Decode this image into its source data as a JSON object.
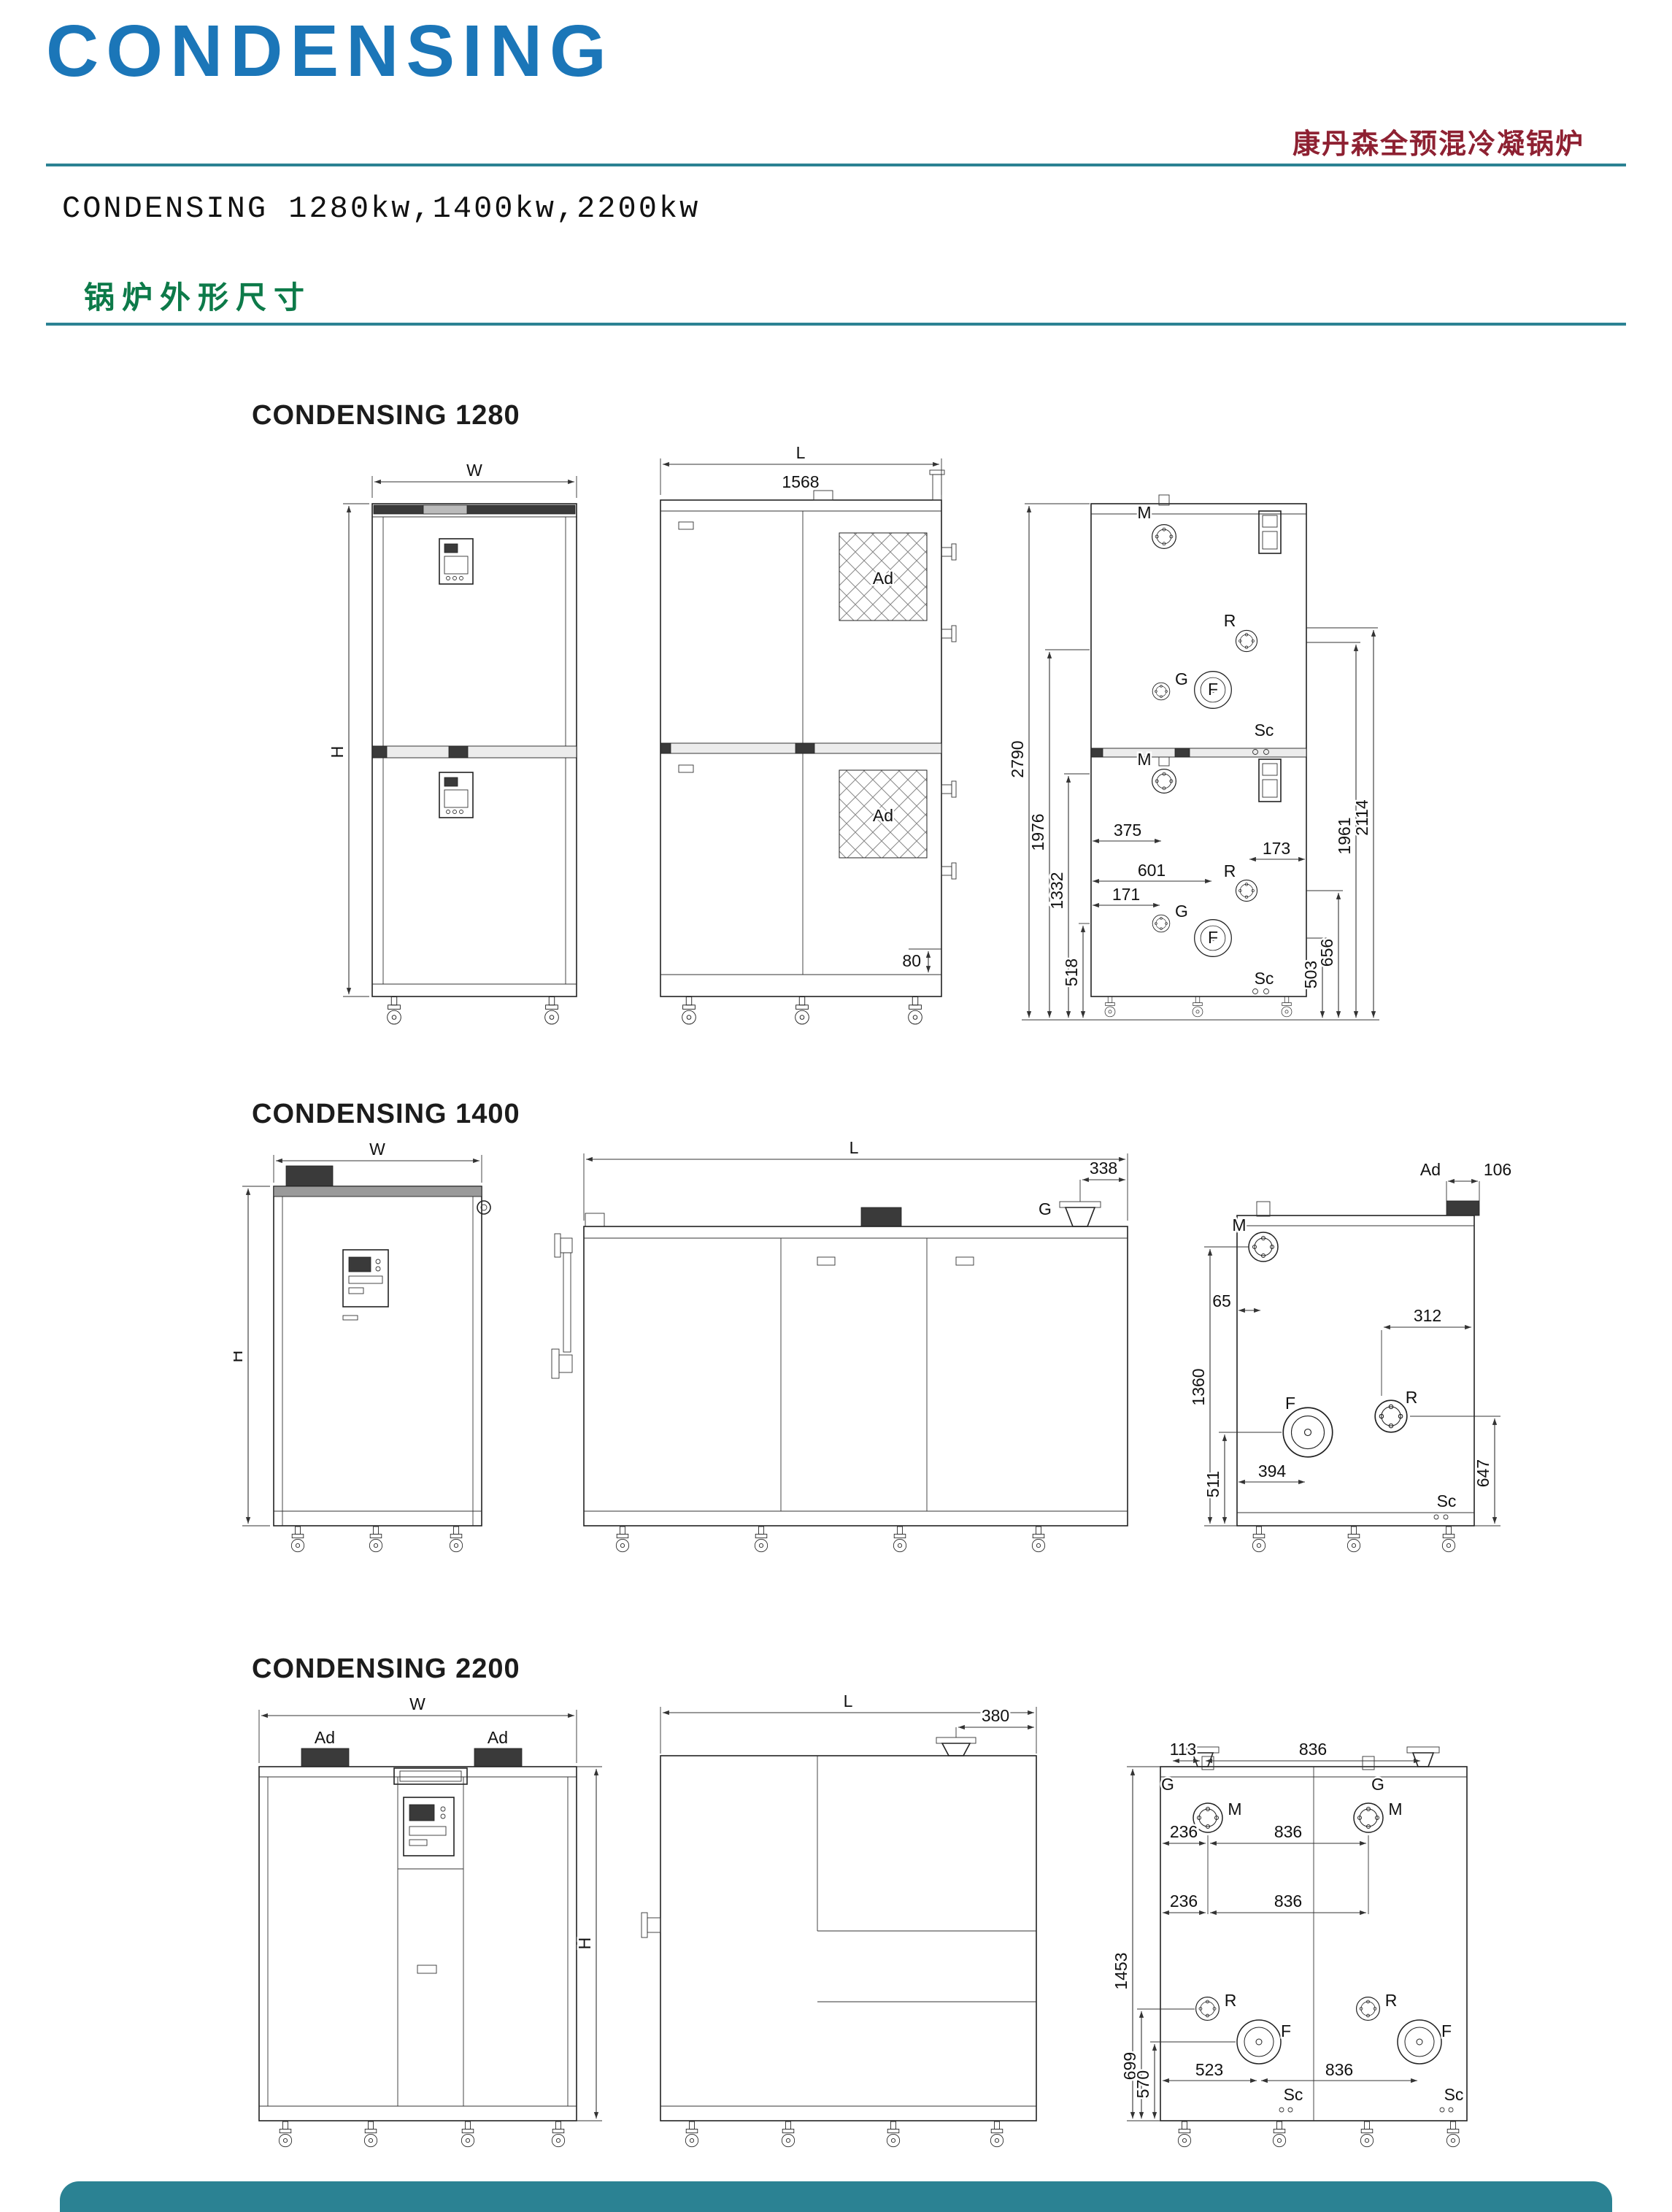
{
  "header": {
    "logo": "CONDENSING",
    "tagline_cn": "康丹森全预混冷凝锅炉",
    "models_line": "CONDENSING 1280kw,1400kw,2200kw",
    "section_heading": "锅炉外形尺寸"
  },
  "colors": {
    "accent_teal": "#2b8293",
    "logo_blue": "#1b76b8",
    "heading_green": "#0d7a49",
    "tagline_red": "#8e2132",
    "line_color": "#222222"
  },
  "labels": {
    "W": "W",
    "H": "H",
    "L": "L",
    "M": "M",
    "R": "R",
    "G": "G",
    "F": "F",
    "Sc": "Sc",
    "Ad": "Ad"
  },
  "s1280": {
    "title": "CONDENSING 1280",
    "dims": {
      "L_len": "1568",
      "base_h": "80",
      "h2790": "2790",
      "h1976": "1976",
      "h1332": "1332",
      "h518": "518",
      "w375": "375",
      "w601": "601",
      "w171": "171",
      "w173": "173",
      "h503": "503",
      "h656": "656",
      "h1961": "1961",
      "h2114": "2114"
    }
  },
  "s1400": {
    "title": "CONDENSING 1400",
    "dims": {
      "w338": "338",
      "w106": "106",
      "w65": "65",
      "w312": "312",
      "h1360": "1360",
      "w394": "394",
      "h511": "511",
      "h647": "647"
    }
  },
  "s2200": {
    "title": "CONDENSING 2200",
    "dims": {
      "w380": "380",
      "w113": "113",
      "w836": "836",
      "w236": "236",
      "h1453": "1453",
      "h699": "699",
      "h570": "570",
      "w523": "523"
    }
  }
}
